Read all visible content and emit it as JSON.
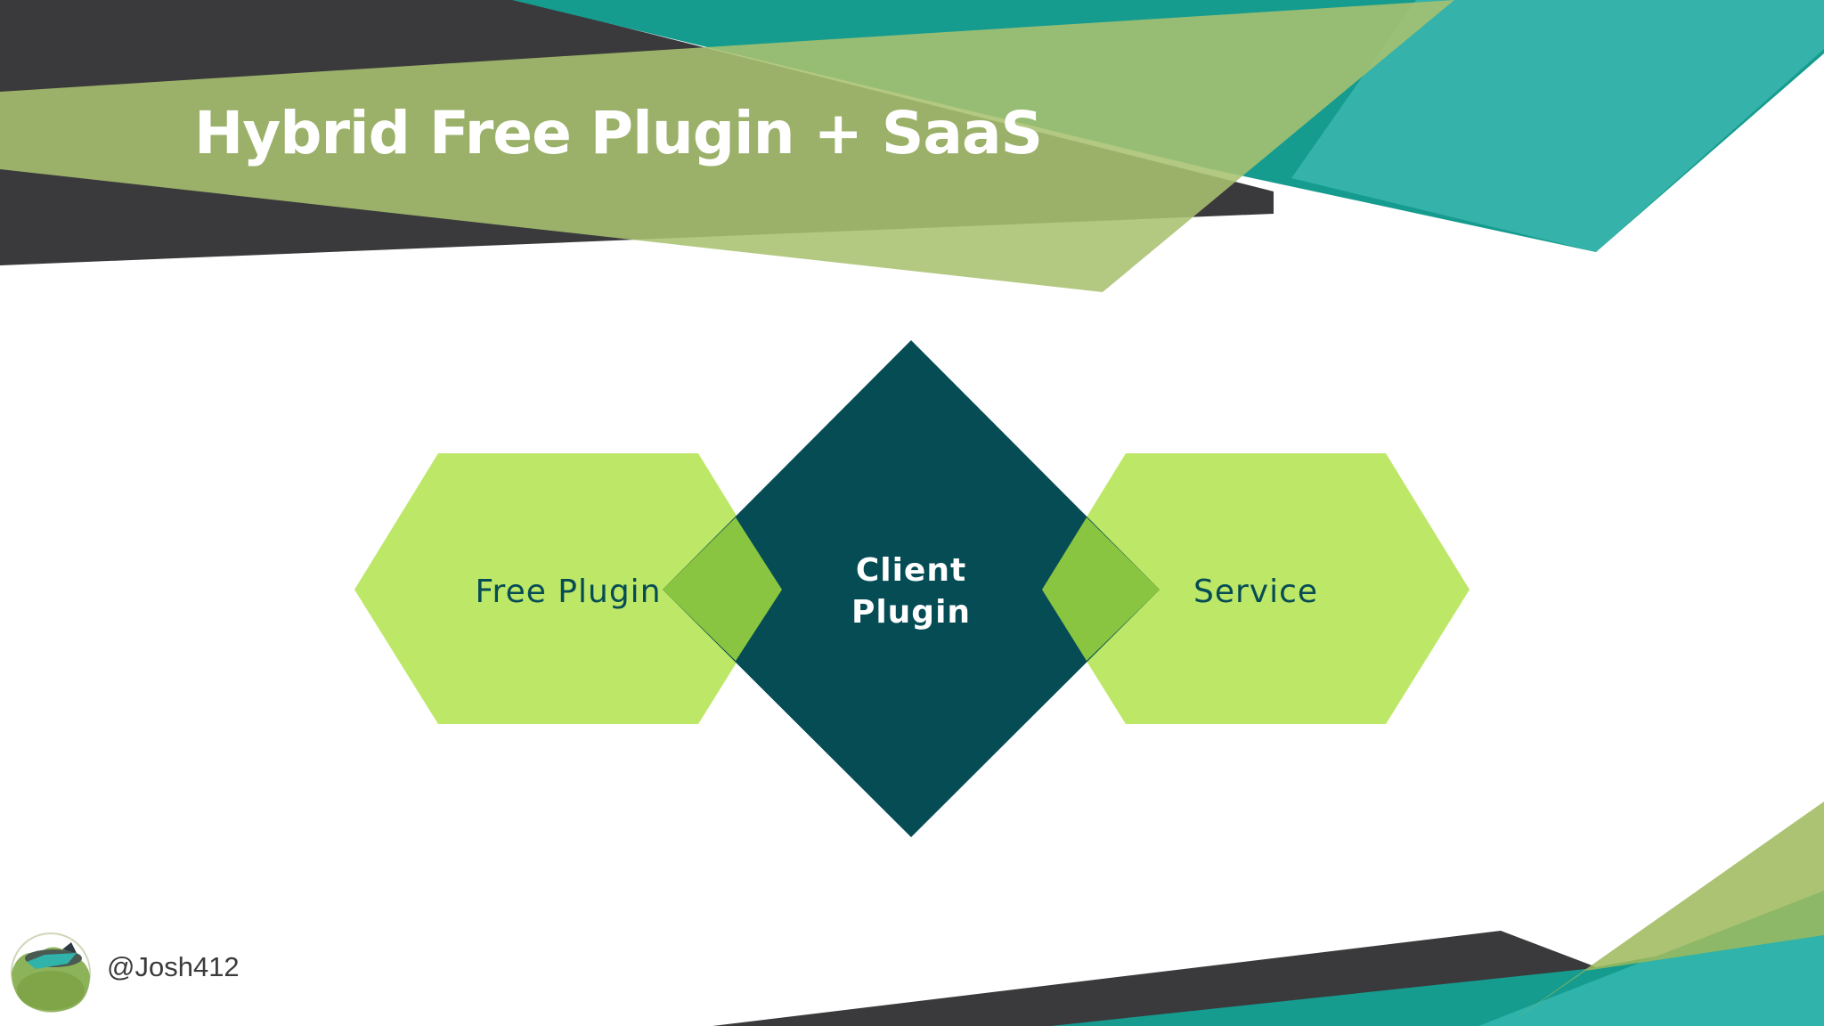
{
  "slide": {
    "title": "Hybrid Free Plugin + SaaS"
  },
  "diagram": {
    "nodes": [
      {
        "id": "free-plugin",
        "shape": "hexagon",
        "label_lines": [
          "Free Plugin"
        ]
      },
      {
        "id": "client-plugin",
        "shape": "diamond",
        "label_lines": [
          "Client",
          "Plugin"
        ]
      },
      {
        "id": "service",
        "shape": "hexagon",
        "label_lines": [
          "Service"
        ]
      }
    ]
  },
  "footer": {
    "handle": "@Josh412",
    "avatar_icon": "avatar-icon"
  },
  "colors": {
    "dark_band": "#3a3a3c",
    "teal": "#139a8e",
    "teal_light": "#2fb3ab",
    "olive": "#9aaf4a",
    "olive_light": "#b3c878",
    "lime": "#bde766",
    "overlap": "#89c540",
    "diamond": "#054c55",
    "label_dark": "#064c55"
  }
}
